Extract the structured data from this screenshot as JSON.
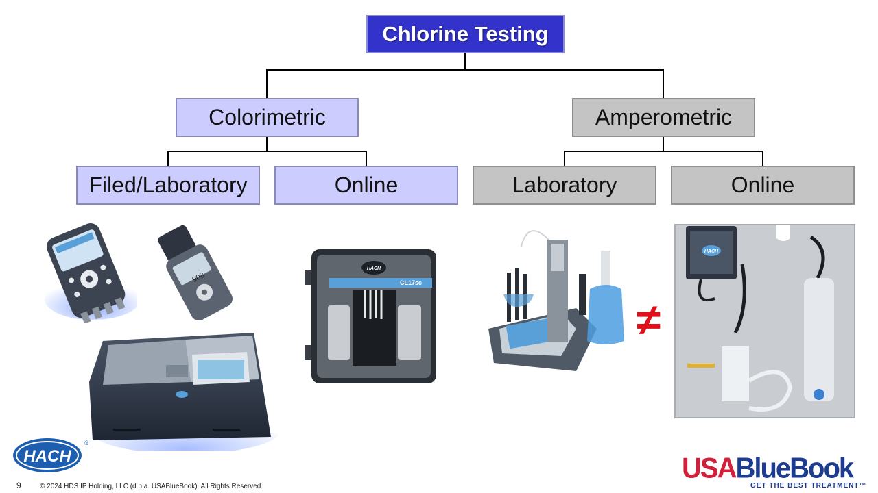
{
  "diagram": {
    "root": "Chlorine Testing",
    "branches": [
      {
        "label": "Colorimetric",
        "children": [
          "Filed/Laboratory",
          "Online"
        ]
      },
      {
        "label": "Amperometric",
        "children": [
          "Laboratory",
          "Online"
        ]
      }
    ]
  },
  "device_labels": {
    "colorimeter_screen": "908",
    "analyzer_model": "CL17sc",
    "hach_badge": "HACH"
  },
  "comparison_symbol": "≠",
  "footer": {
    "slide_number": "9",
    "copyright": "© 2024 HDS IP Holding, LLC (d.b.a. USABlueBook). All Rights Reserved."
  },
  "logos": {
    "hach": "HACH",
    "hach_registered": "®",
    "usa": "USA",
    "bluebook": "BlueBook",
    "tagline": "GET THE BEST TREATMENT™"
  },
  "colors": {
    "root_fill": "#3333cc",
    "colorimetric_fill": "#ccccff",
    "amperometric_fill": "#c4c4c4",
    "not_equal": "#e0101a",
    "usa_red": "#d1203a",
    "bluebook_blue": "#1d3b8f"
  }
}
